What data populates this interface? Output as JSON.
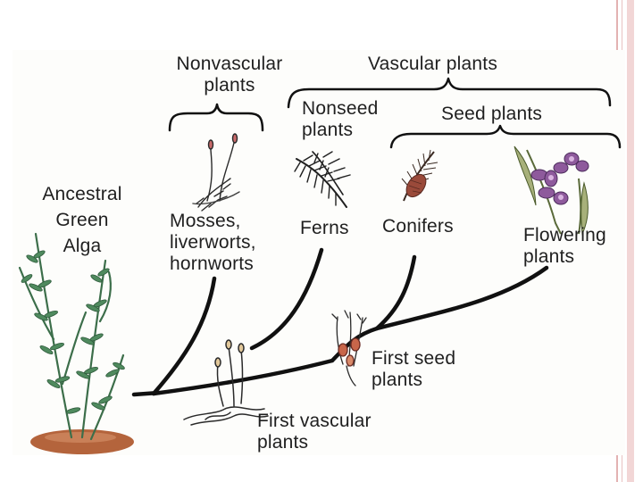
{
  "labels": {
    "nonvascular": "Nonvascular\nplants",
    "vascular": "Vascular plants",
    "nonseed": "Nonseed\nplants",
    "seed": "Seed plants",
    "ancestral": "Ancestral\nGreen\nAlga",
    "mosses": "Mosses,\nliverworts,\nhornworts",
    "ferns": "Ferns",
    "conifers": "Conifers",
    "flowering": "Flowering\nplants",
    "first_seed": "First seed\nplants",
    "first_vascular": "First vascular\nplants"
  },
  "colors": {
    "branch": "#111111",
    "text": "#1f1f1f",
    "alga": "#3c6e4a",
    "flower": "#8e5a9c",
    "soil": "#b4643c"
  }
}
